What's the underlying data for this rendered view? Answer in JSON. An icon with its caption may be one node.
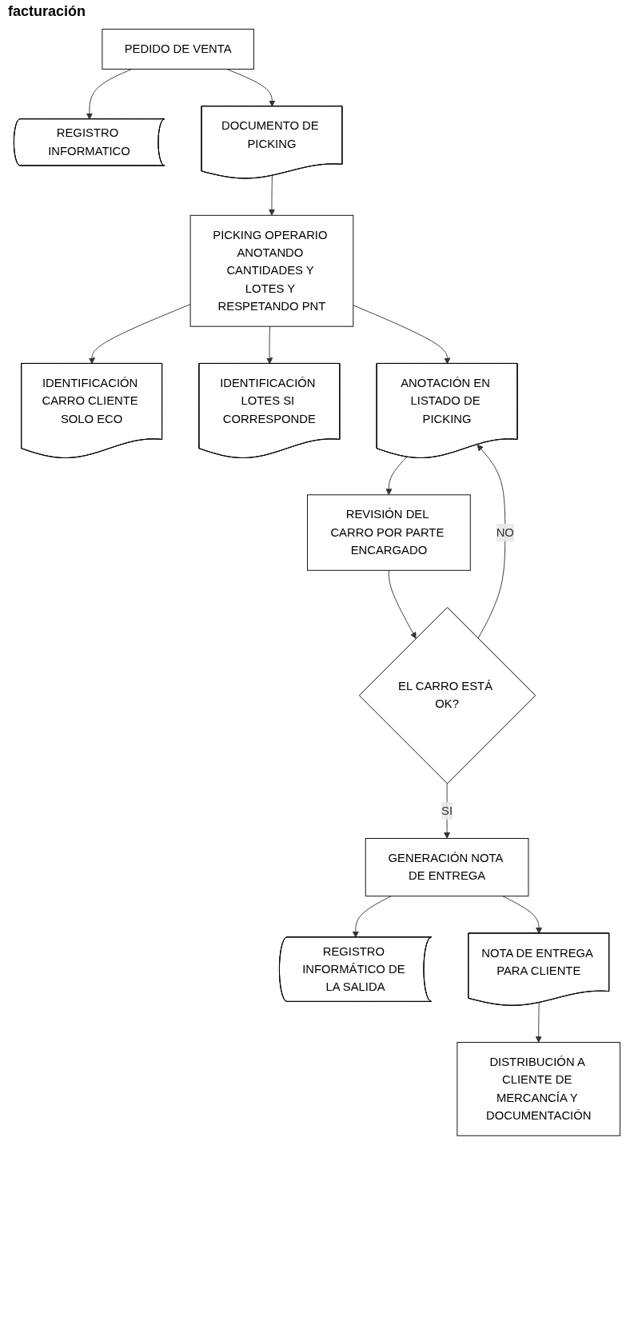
{
  "diagram": {
    "title": "facturación",
    "nodes": [
      {
        "text": [
          "PEDIDO DE VENTA"
        ]
      },
      {
        "text": [
          "REGISTRO INFORMATICO"
        ]
      },
      {
        "text": [
          "DOCUMENTO DE PICKING"
        ]
      },
      {
        "text": [
          "IDENTIFICACIÓN CARRO CLIENTE SOLO ECO"
        ]
      },
      {
        "text": [
          "PICKING OPERARIO ANOTANDO CANTIDADES Y LOTES Y RESPETANDO PNT"
        ]
      },
      {
        "text": [
          "IDENTIFICACIÓN LOTES SI CORRESPONDE"
        ]
      },
      {
        "text": [
          "ANOTACIÓN EN LISTADO DE PICKING"
        ]
      },
      {
        "text": [
          "REVISIÓN DEL CARRO POR PARTE ENCARGADO"
        ]
      },
      {
        "text": [
          "EL CARRO ESTÁ OK?"
        ]
      },
      {
        "text": [
          "GENERACIÓN NOTA DE ENTREGA"
        ]
      },
      {
        "text": [
          "REGISTRO INFORMÁTICO DE LA SALIDA"
        ]
      },
      {
        "text": [
          "NOTA DE ENTREGA PARA CLIENTE"
        ]
      },
      {
        "text": [
          "DISTRIBUCIÓN A CLIENTE DE MERCANCÍA Y DOCUMENTACIÓN"
        ]
      }
    ],
    "edges": [
      {
        "from": 0,
        "to": 1,
        "arrow": "to"
      },
      {
        "from": 0,
        "to": 2,
        "arrow": "to"
      },
      {
        "from": 2,
        "to": 4,
        "arrow": "to"
      },
      {
        "from": 4,
        "to": 3,
        "arrow": "to"
      },
      {
        "from": 4,
        "to": 5,
        "arrow": "to"
      },
      {
        "from": 4,
        "to": 6,
        "arrow": "to"
      },
      {
        "from": 6,
        "to": 7,
        "arrow": "to"
      },
      {
        "from": 7,
        "to": 8,
        "arrow": "to"
      },
      {
        "from": 8,
        "to": 6,
        "arrow": "to",
        "label": "NO"
      },
      {
        "from": 8,
        "to": 9,
        "arrow": "to",
        "label": "SI"
      },
      {
        "from": 9,
        "to": 10,
        "arrow": "to"
      },
      {
        "from": 9,
        "to": 11,
        "arrow": "to"
      },
      {
        "from": 11,
        "to": 12,
        "arrow": "to"
      }
    ]
  }
}
